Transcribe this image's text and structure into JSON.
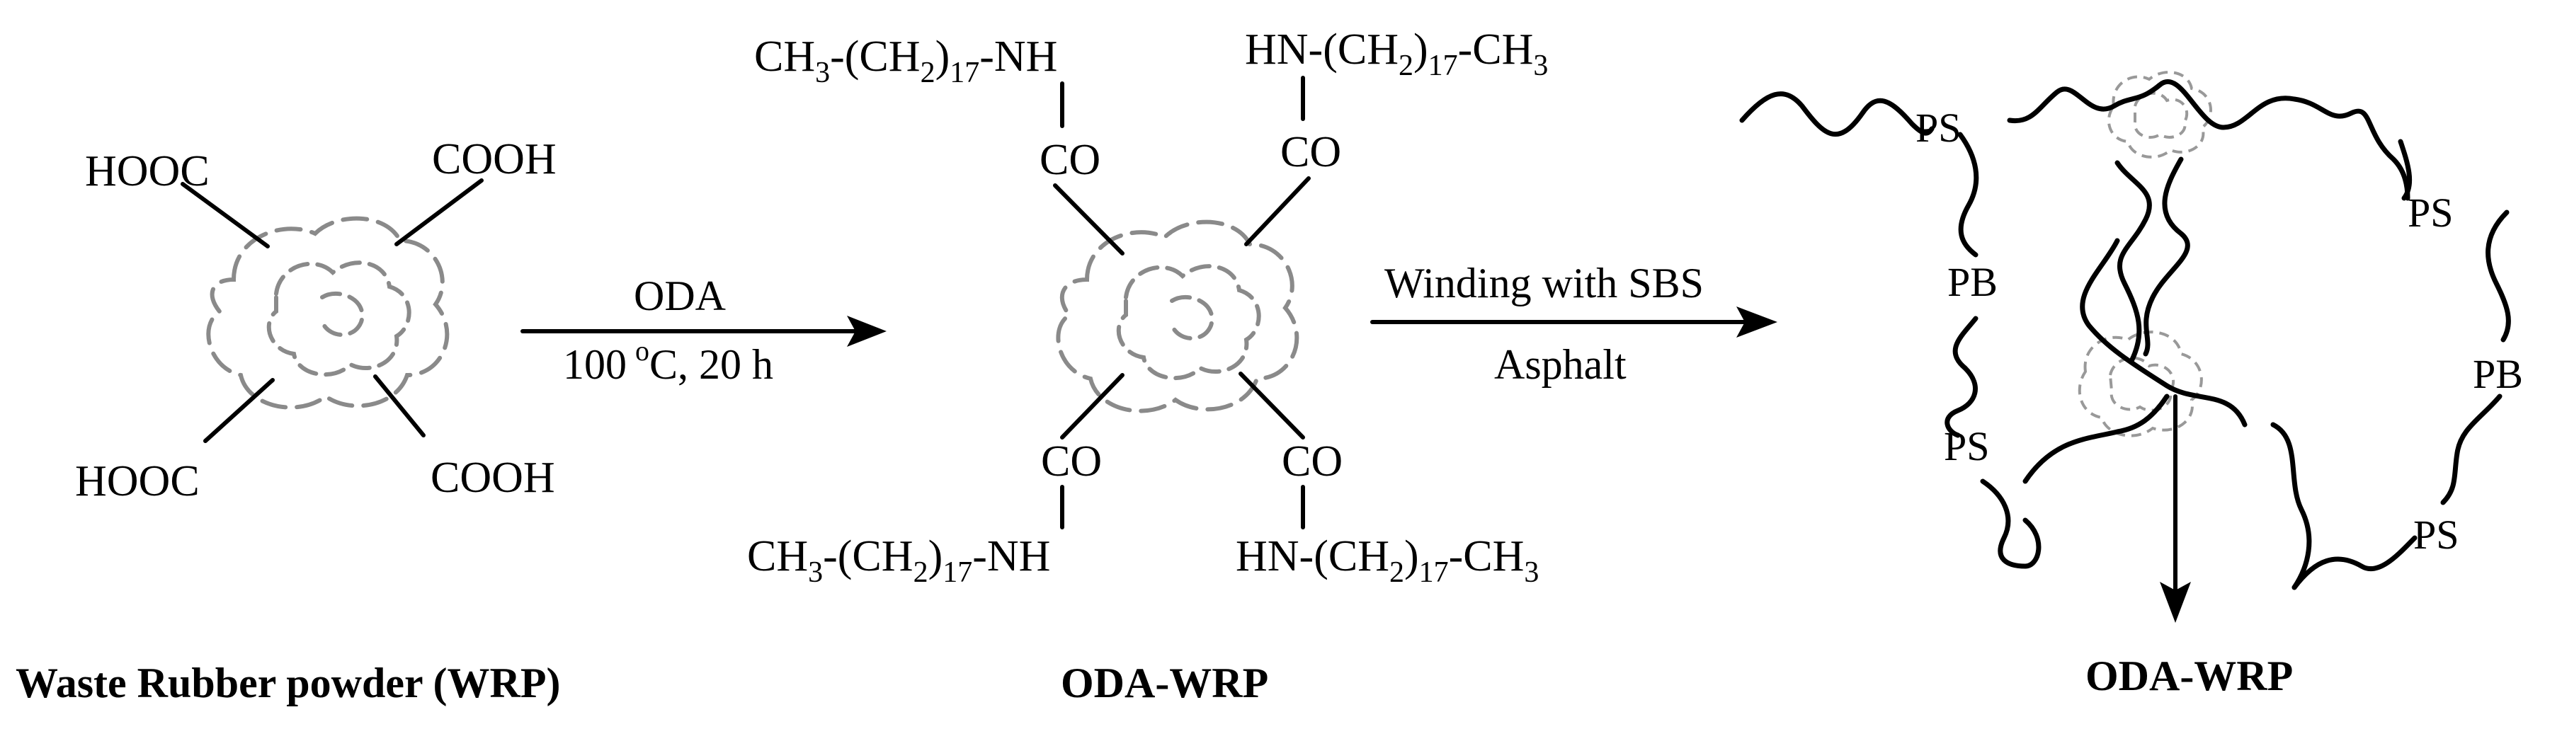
{
  "wrp": {
    "groups": {
      "top_left": "HOOC",
      "top_right": "COOH",
      "bottom_left": "HOOC",
      "bottom_right": "COOH"
    },
    "caption": "Waste Rubber powder (WRP)"
  },
  "step1": {
    "reagent": "ODA",
    "temp_value": "100",
    "temp_unit_sup": "o",
    "temp_unit": "C",
    "time": ", 20 h"
  },
  "oda_wrp": {
    "carbonyl": "CO",
    "chain_left_prefix": "CH",
    "chain_left_sub3": "3",
    "chain_left_mid": "-(CH",
    "chain_left_sub2": "2",
    "chain_left_close": ")",
    "chain_left_sub17": "17",
    "chain_left_suffix": "-NH",
    "chain_right_prefix": "HN-(CH",
    "chain_right_sub2": "2",
    "chain_right_close": ")",
    "chain_right_sub17": "17",
    "chain_right_mid": "-CH",
    "chain_right_sub3": "3",
    "caption": "ODA-WRP"
  },
  "step2": {
    "line1": "Winding with SBS",
    "line2": "Asphalt"
  },
  "network": {
    "ps": "PS",
    "pb": "PB",
    "caption": "ODA-WRP"
  }
}
